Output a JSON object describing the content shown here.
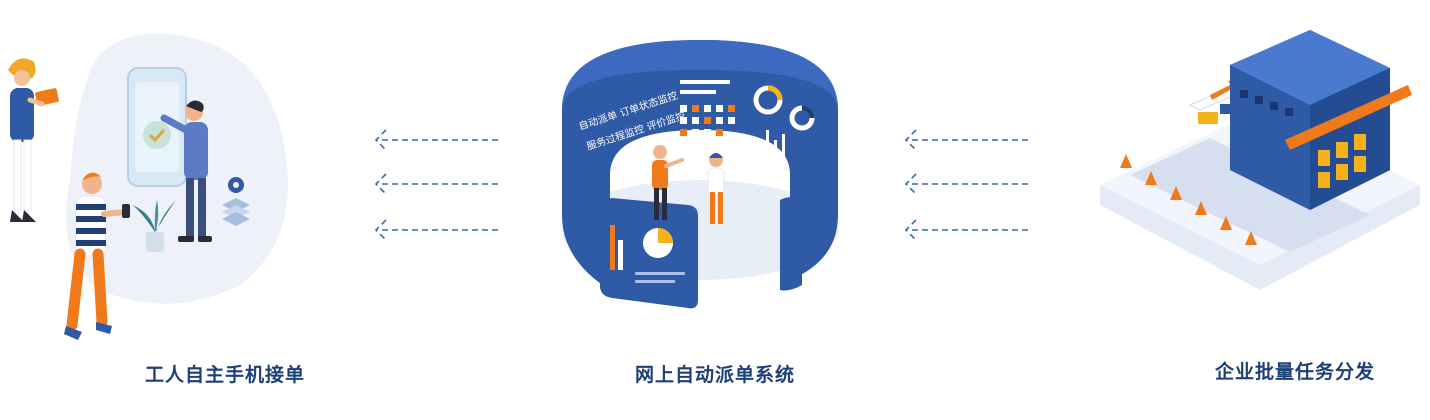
{
  "workers": {
    "caption": "工人自主手机接单"
  },
  "system": {
    "caption": "网上自动派单系统",
    "band_line_1": "自动派单 订单状态监控",
    "band_line_2": "服务过程监控 评价监控"
  },
  "enterprise": {
    "caption": "企业批量任务分发"
  },
  "colors": {
    "primary": "#2f5aa6",
    "dark": "#1f3f77",
    "accent": "#f07a1a",
    "arrow": "#3a67b0"
  }
}
